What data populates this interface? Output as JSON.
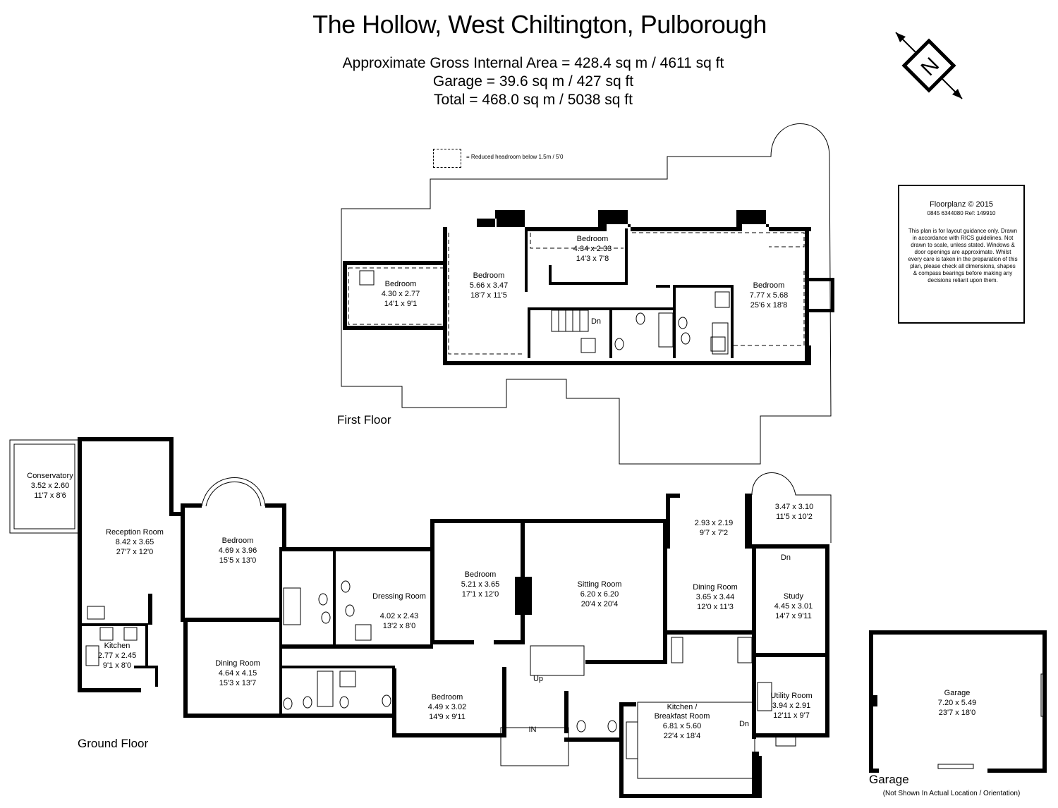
{
  "header": {
    "title": "The Hollow, West Chiltington, Pulborough",
    "area_lines": [
      "Approximate Gross Internal Area = 428.4 sq m / 4611 sq ft",
      "Garage = 39.6 sq m / 427 sq ft",
      "Total = 468.0  sq m / 5038 sq ft"
    ]
  },
  "legend": {
    "text": "= Reduced headroom below 1.5m / 5'0"
  },
  "disclaimer": {
    "heading": "Floorplanz © 2015",
    "ref": "0845 6344080 Ref: 149910",
    "body": "This plan is for layout guidance only. Drawn in accordance with RICS guidelines. Not drawn to scale, unless stated. Windows & door openings are approximate. Whilst every care is taken in the preparation of this plan, please check all dimensions, shapes & compass bearings before making any decisions reliant upon them."
  },
  "compass": {
    "letter": "N",
    "icon": "north-compass-icon"
  },
  "floors": {
    "first": "First Floor",
    "ground": "Ground Floor",
    "garage": "Garage",
    "garage_note": "(Not Shown In Actual Location / Orientation)"
  },
  "markers": {
    "dn1": "Dn",
    "dn2": "Dn",
    "dn3": "Dn",
    "up": "Up",
    "in": "IN"
  },
  "rooms": {
    "ff_bed1": [
      "Bedroom",
      "4.30 x 2.77",
      "14'1 x 9'1"
    ],
    "ff_bed2": [
      "Bedroom",
      "5.66 x 3.47",
      "18'7 x 11'5"
    ],
    "ff_bed3": [
      "Bedroom",
      "4.34 x 2.33",
      "14'3 x 7'8"
    ],
    "ff_bed4": [
      "Bedroom",
      "7.77 x 5.68",
      "25'6 x 18'8"
    ],
    "conservatory": [
      "Conservatory",
      "3.52 x 2.60",
      "11'7 x 8'6"
    ],
    "reception": [
      "Reception Room",
      "8.42 x 3.65",
      "27'7 x 12'0"
    ],
    "gf_bed1": [
      "Bedroom",
      "4.69 x 3.96",
      "15'5 x 13'0"
    ],
    "kitchen_small": [
      "Kitchen",
      "2.77 x 2.45",
      "9'1 x 8'0"
    ],
    "dining1": [
      "Dining Room",
      "4.64 x 4.15",
      "15'3 x 13'7"
    ],
    "dressing": [
      "Dressing Room",
      "4.02 x 2.43",
      "13'2 x 8'0"
    ],
    "gf_bed2": [
      "Bedroom",
      "5.21 x 3.65",
      "17'1 x 12'0"
    ],
    "gf_bed3": [
      "Bedroom",
      "4.49 x 3.02",
      "14'9 x 9'11"
    ],
    "sitting": [
      "Sitting Room",
      "6.20 x 6.20",
      "20'4 x 20'4"
    ],
    "room_293": [
      "",
      "2.93 x 2.19",
      "9'7 x 7'2"
    ],
    "room_347": [
      "",
      "3.47 x 3.10",
      "11'5 x 10'2"
    ],
    "dining2": [
      "Dining Room",
      "3.65 x 3.44",
      "12'0 x 11'3"
    ],
    "study": [
      "Study",
      "4.45 x 3.01",
      "14'7 x 9'11"
    ],
    "kitchen_breakfast": [
      "Kitchen /",
      "Breakfast Room",
      "6.81 x 5.60",
      "22'4 x 18'4"
    ],
    "utility": [
      "Utility Room",
      "3.94 x 2.91",
      "12'11 x 9'7"
    ],
    "garage_room": [
      "Garage",
      "7.20 x 5.49",
      "23'7 x 18'0"
    ]
  }
}
